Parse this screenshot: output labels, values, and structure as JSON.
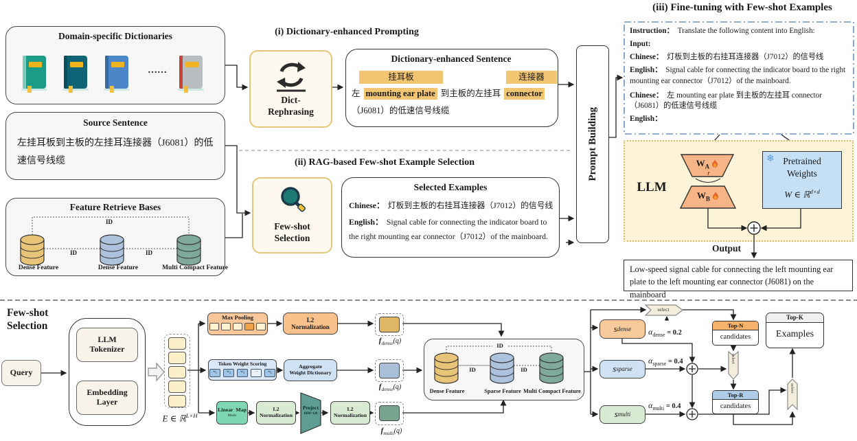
{
  "headings": {
    "s1": "(i)  Dictionary-enhanced Prompting",
    "s2": "(ii)  RAG-based Few-shot Example Selection",
    "s3": "(iii)  Fine-tuning with Few-shot Examples"
  },
  "dictionaries": {
    "title": "Domain-specific Dictionaries",
    "ellipsis": "……"
  },
  "source": {
    "title": "Source Sentence",
    "text": "左挂耳板到主板的左挂耳连接器（J6081）的低速信号线缆"
  },
  "feature_bases": {
    "title": "Feature Retrieve Bases",
    "id": "ID",
    "cyl1": "Dense Feature",
    "cyl2": "Dense Feature",
    "cyl3": "Multi Compact Feature"
  },
  "dict_rephrasing": {
    "line1": "Dict-",
    "line2": "Rephrasing"
  },
  "dict_sentence": {
    "title": "Dictionary-enhanced Sentence",
    "term1_zh": "挂耳板",
    "term1_en": "mounting ear plate",
    "term2_zh": "连接器",
    "term2_en": "connector",
    "pre": "左",
    "mid": "到主板的左挂耳",
    "line2": "（J6081）的低速信号线缆"
  },
  "few_shot_module": {
    "line1": "Few-shot",
    "line2": "Selection"
  },
  "selected_examples": {
    "title": "Selected Examples",
    "zh_label": "Chinese：",
    "zh": "灯板到主板的右挂耳连接器（J7012）的信号线",
    "en_label": "English：",
    "en": "Signal cable for connecting the indicator board to the right mounting ear connector（J7012）of the mainboard."
  },
  "prompt_building": {
    "label": "Prompt Building"
  },
  "instruction": {
    "label": "Instruction：",
    "text": "Translate the following content into English:",
    "input": "Input:",
    "zh1_label": "Chinese：",
    "zh1": "灯板到主板的右挂耳连接器（J7012）的信号线",
    "en1_label": "English：",
    "en1": "Signal cable for connecting the indicator board to the right mounting ear connector（J7012）of the mainboard.",
    "zh2_label": "Chinese：",
    "zh2": "左  mounting ear plate  到主板的左挂耳 connector（J6081）的低速信号线缆",
    "en2_label": "English："
  },
  "llm": {
    "label": "LLM",
    "wa": {
      "b": "W",
      "s": "A"
    },
    "wb": {
      "b": "W",
      "s": "B"
    },
    "r": "r",
    "pt1": "Pretrained",
    "pt2": "Weights",
    "w_math": {
      "b": "W ∈ ℝ",
      "sup": "d×d"
    },
    "snowflake": "❄",
    "output": "Output"
  },
  "output_box": {
    "text": "Low-speed signal cable for connecting the left mounting ear plate to the left mounting ear connector (J6081) on the mainboard"
  },
  "fs": {
    "title1": "Few-shot",
    "title2": "Selection",
    "query": "Query",
    "tok1": "LLM",
    "tok2": "Tokenizer",
    "emb1": "Embedding",
    "emb2": "Layer",
    "e_math": {
      "b": "E ∈ ℝ",
      "sup": "L×H"
    },
    "max_pooling": "Max Pooling",
    "l2a": "L2",
    "l2b": "Normalization",
    "tws": "Token Weight Scoring",
    "w_tokens": [
      {
        "b": "w",
        "s": "1"
      },
      {
        "b": "w",
        "s": "2"
      },
      {
        "b": "w",
        "s": "3"
      },
      {
        "b": "⋯",
        "s": ""
      },
      {
        "b": "w",
        "s": "L"
      }
    ],
    "agg1": "Aggregate",
    "agg2": "Weight Dictionary",
    "linear_map": "Linear  Map",
    "linear_sub": "Multi",
    "project": "Project",
    "project_dim": "DIM=128",
    "f_dense": {
      "b": "f",
      "s": "dense",
      "a": "(q)"
    },
    "f_sparse": {
      "b": "f",
      "s": "dense",
      "a": "(q)"
    },
    "f_multi": {
      "b": "f",
      "s": "multi",
      "a": "(q)"
    },
    "bases": {
      "id": "ID",
      "cyl1": "Dense Feature",
      "cyl2": "Sparse Feature",
      "cyl3": "Multi Compact Feature"
    },
    "s_dense": {
      "b": "s",
      "s": "dense"
    },
    "s_sparse": {
      "b": "s",
      "s": "sparse"
    },
    "s_multi": {
      "b": "s",
      "s": "multi"
    },
    "a_dense": {
      "b": "α",
      "s": "dense",
      "eq": " = 0.2"
    },
    "a_sparse": {
      "b": "α",
      "s": "sparse",
      "eq": " = 0.4"
    },
    "a_multi": {
      "b": "α",
      "s": "multi",
      "eq": " = 0.4"
    },
    "select": "select",
    "top_n": "Top-N",
    "top_r": "Top-R",
    "top_k": "Top-K",
    "candidates": "candidates",
    "examples": "Examples"
  },
  "colors": {
    "highlight": "#F2C572",
    "module_border": "#E4C67C",
    "llm_bg": "#FDF3D8",
    "lora": "#F6B586",
    "pretrained": "#C5E0F5",
    "orange": "#F9C18C",
    "blue": "#CFE2F3",
    "green": "#D9EAD3",
    "teal": "#5E9D94",
    "dense_cyl": "#E8C479",
    "sparse_cyl": "#ADC2DC",
    "multi_cyl": "#7FA99B"
  }
}
